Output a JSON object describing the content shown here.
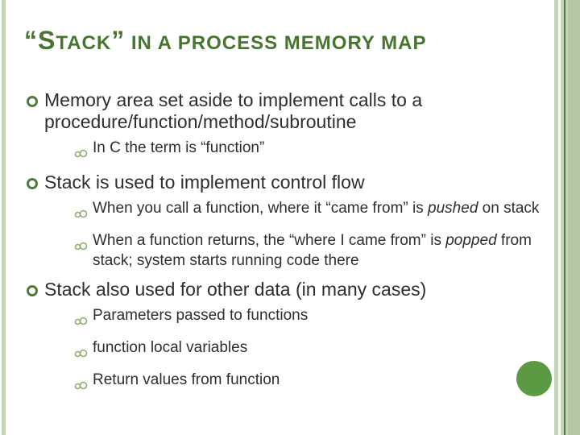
{
  "slide": {
    "title": {
      "lead": "“S",
      "caps1": "TACK",
      "close_quote": "”",
      "caps2": " IN A PROCESS MEMORY MAP"
    },
    "bullets": {
      "b1": {
        "text": "Memory area set aside to implement calls to a procedure/function/method/subroutine",
        "sub1": "In C the term is “function”"
      },
      "b2": {
        "text": "Stack is used to implement control flow",
        "sub1_pre": "When you call a function, where it “came from” is ",
        "sub1_em": "pushed",
        "sub1_post": " on stack",
        "sub2_pre": "When a function returns, the “where I came from” is ",
        "sub2_em": "popped",
        "sub2_post": " from stack; system starts running code there"
      },
      "b3": {
        "text": "Stack also used for other data (in many cases)",
        "sub1": "Parameters passed to functions",
        "sub2": "function local variables",
        "sub3": "Return values from function"
      }
    }
  },
  "colors": {
    "title_green": "#47742f",
    "bullet_green": "#4e7b38",
    "sub_bullet_green": "#8fac6e",
    "body_text": "#2e2e2e",
    "stripe_light": "#c6d4b8",
    "stripe_medium": "#b5c7a3",
    "stripe_dark": "#4f7b39",
    "circle_green": "#5b9a42"
  }
}
